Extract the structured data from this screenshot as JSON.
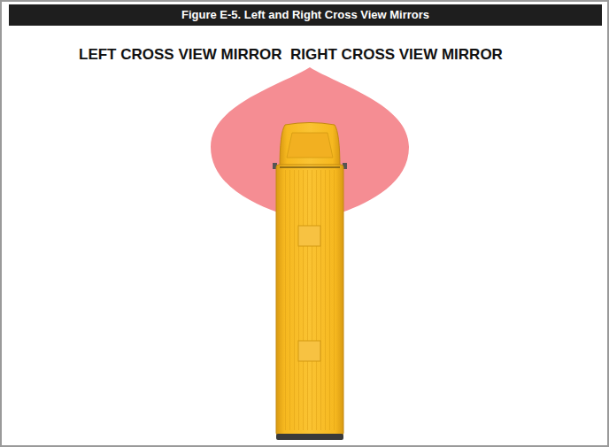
{
  "diagram": {
    "title": "Figure E-5. Left and Right Cross View Mirrors",
    "labels": [
      "LEFT CROSS VIEW MIRROR",
      "RIGHT CROSS VIEW MIRROR"
    ]
  }
}
